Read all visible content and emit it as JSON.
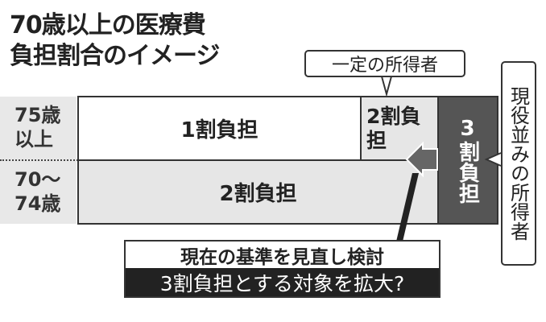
{
  "title": {
    "line1": "70歳以上の医療費",
    "line2": "負担割合のイメージ"
  },
  "rows": [
    {
      "label_line1": "75歳",
      "label_line2": "以上"
    },
    {
      "label_line1": "70〜",
      "label_line2": "74歳"
    }
  ],
  "cells": {
    "one_tenth": "1割負担",
    "two_tenth_75": "2割負担",
    "two_tenth_70": "2割負担",
    "three_tenth": "3割負担"
  },
  "callouts": {
    "certain_income": "一定の所得者",
    "working_level_income": "現役並みの所得者"
  },
  "note": {
    "line1": "現在の基準を見直し検討",
    "line2": "3割負担とする対象を拡大?"
  },
  "colors": {
    "dark": "#555555",
    "light": "#e6e6e6",
    "black": "#222222"
  }
}
